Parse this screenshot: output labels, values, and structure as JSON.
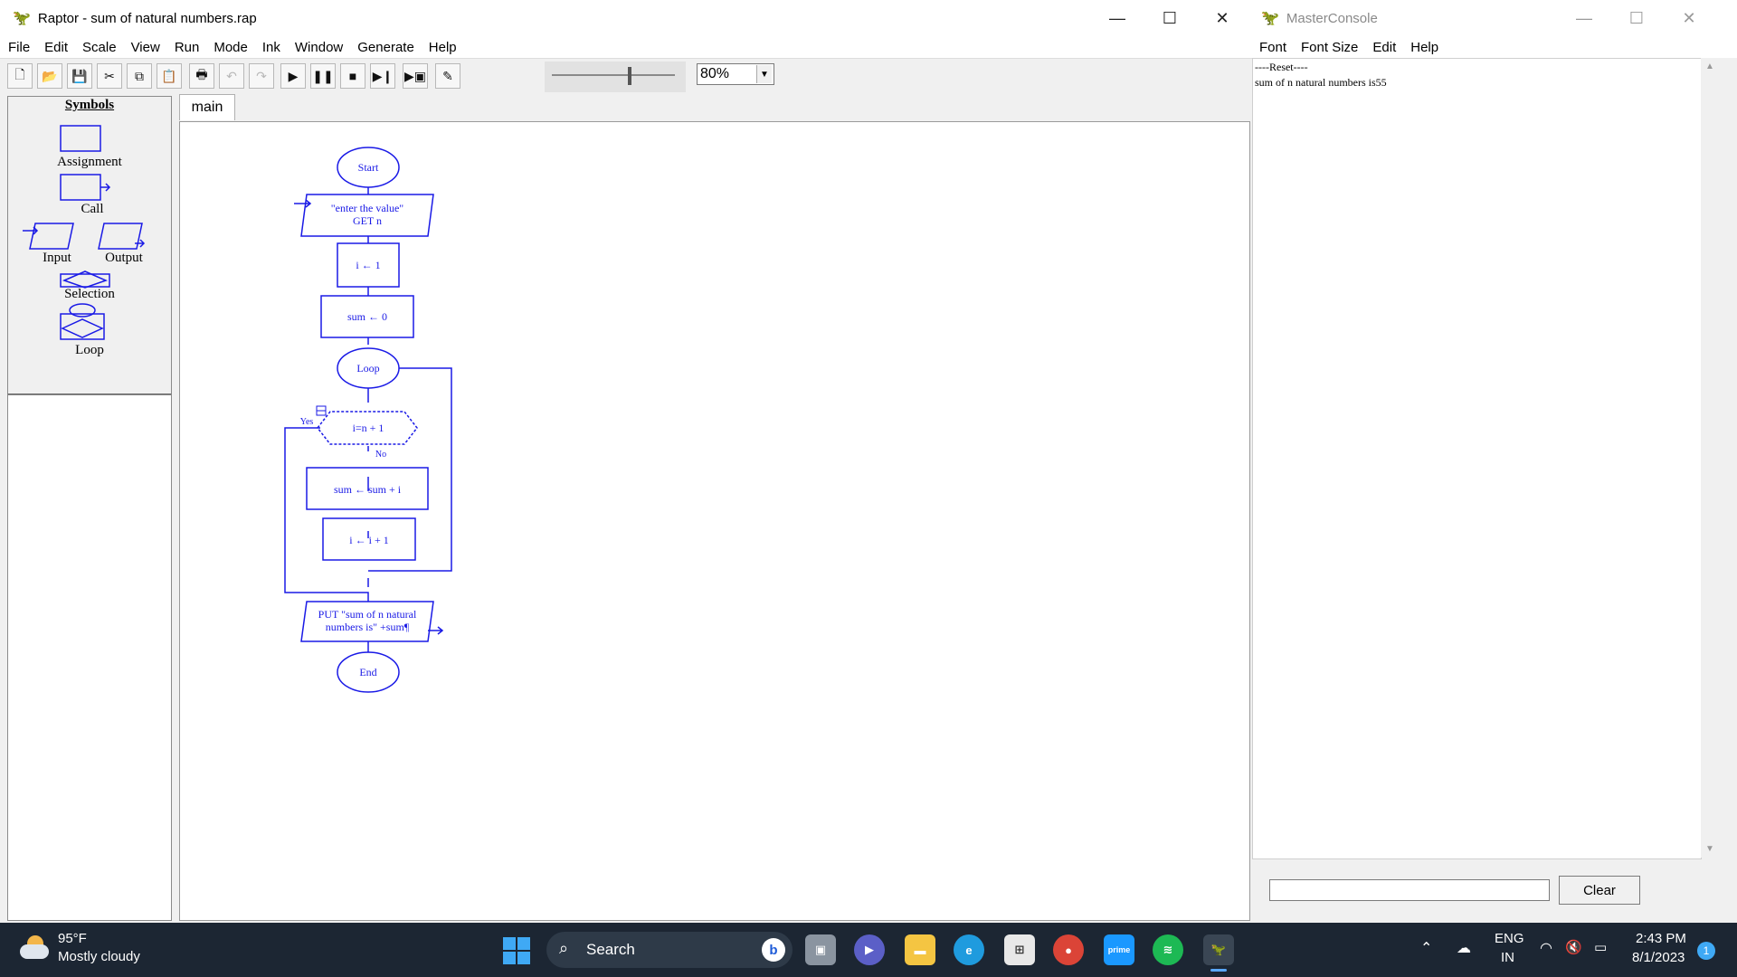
{
  "raptor": {
    "title": "Raptor - sum of natural numbers.rap",
    "menu": [
      "File",
      "Edit",
      "Scale",
      "View",
      "Run",
      "Mode",
      "Ink",
      "Window",
      "Generate",
      "Help"
    ],
    "zoom_value": "80%",
    "tab_main": "main",
    "symbols": {
      "header": "Symbols",
      "assignment": "Assignment",
      "call": "Call",
      "input": "Input",
      "output": "Output",
      "selection": "Selection",
      "loop": "Loop"
    }
  },
  "flowchart": {
    "start": "Start",
    "input_line1": "\"enter the value\"",
    "input_line2": "GET n",
    "assign_i": "i ← 1",
    "assign_sum": "sum ← 0",
    "loop": "Loop",
    "condition": "i=n + 1",
    "yes": "Yes",
    "no": "No",
    "body1": "sum ← sum + i",
    "body2": "i ← i + 1",
    "output_line1": "PUT \"sum of n natural",
    "output_line2": "numbers is\" +sum¶",
    "end": "End",
    "color": "#1a1ae6"
  },
  "console": {
    "title": "MasterConsole",
    "menu": [
      "Font",
      "Font Size",
      "Edit",
      "Help"
    ],
    "line1": "----Reset----",
    "line2": "sum of n natural numbers is55",
    "clear_label": "Clear"
  },
  "taskbar": {
    "weather_temp": "95°F",
    "weather_desc": "Mostly cloudy",
    "search_label": "Search",
    "lang1": "ENG",
    "lang2": "IN",
    "time": "2:43 PM",
    "date": "8/1/2023",
    "notif_count": "1"
  }
}
